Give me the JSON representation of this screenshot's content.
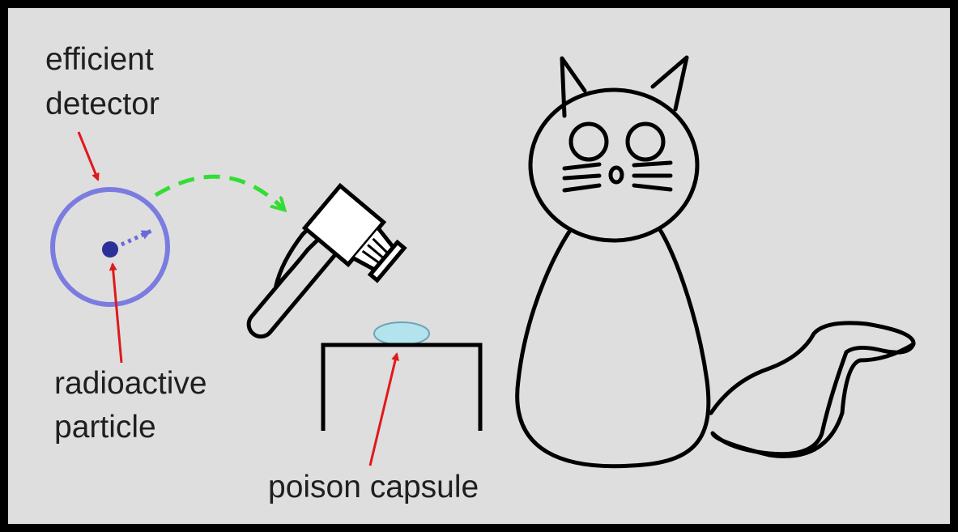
{
  "labels": {
    "detector_line1": "efficient",
    "detector_line2": "detector",
    "particle_line1": "radioactive",
    "particle_line2": "particle",
    "capsule": "poison capsule"
  },
  "colors": {
    "background": "#dedede",
    "frame": "#000000",
    "outline": "#000000",
    "detector_ring": "#7b7be0",
    "particle": "#2b2f99",
    "particle_path": "#6b6bd8",
    "trigger_path": "#33dd33",
    "pointer_arrow": "#e0191b",
    "capsule_fill": "#b3e3ec",
    "capsule_stroke": "#6fa3b5",
    "hammer_head": "#ffffff"
  }
}
